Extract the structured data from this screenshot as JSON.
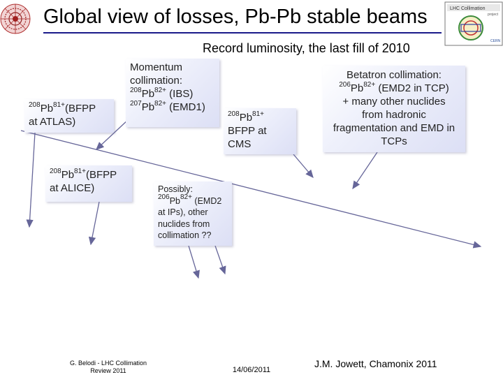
{
  "header": {
    "title": "Global view of losses, Pb-Pb stable beams",
    "subtitle": "Record luminosity, the last fill of 2010",
    "logo_right_text": "LHC Collimation",
    "logo_right_sub": "project",
    "logo_right_org": "CERN"
  },
  "boxes": {
    "atlas": {
      "mass": "208",
      "ion": "Pb",
      "charge": "81+",
      "text_a": "(BFPP",
      "text_b": "at ATLAS)"
    },
    "momentum": {
      "line1": "Momentum",
      "line2": "collimation:",
      "l3_mass": "208",
      "l3_ion": "Pb",
      "l3_charge": "82+",
      "l3_text": " (IBS)",
      "l4_mass": "207",
      "l4_ion": "Pb",
      "l4_charge": "82+",
      "l4_text": " (EMD1)"
    },
    "cms": {
      "mass": "208",
      "ion": "Pb",
      "charge": "81+",
      "text_a": "BFPP at",
      "text_b": "CMS"
    },
    "betatron": {
      "line1": "Betatron collimation:",
      "l2_mass": "206",
      "l2_ion": "Pb",
      "l2_charge": "82+",
      "l2_text": " (EMD2 in TCP)",
      "line3": "+ many other nuclides",
      "line4": "from hadronic",
      "line5": "fragmentation and EMD in",
      "line6": "TCPs"
    },
    "alice": {
      "mass": "208",
      "ion": "Pb",
      "charge": "81+",
      "text_a": "(BFPP",
      "text_b": "at ALICE)"
    },
    "possibly": {
      "line1": "Possibly:",
      "l2_mass": "206",
      "l2_ion": "Pb",
      "l2_charge": "82+",
      "l2_text": " (EMD2",
      "line3": "at IPs), other",
      "line4": "nuclides from",
      "line5": "collimation ??"
    }
  },
  "footer": {
    "left_line1": "G. Belodi - LHC Collimation",
    "left_line2": "Review 2011",
    "date": "14/06/2011",
    "author": "J.M. Jowett, Chamonix 2011"
  },
  "colors": {
    "title_rule": "#1a1a8a",
    "box_fill": "#dcdff5",
    "arrow": "#666699"
  }
}
